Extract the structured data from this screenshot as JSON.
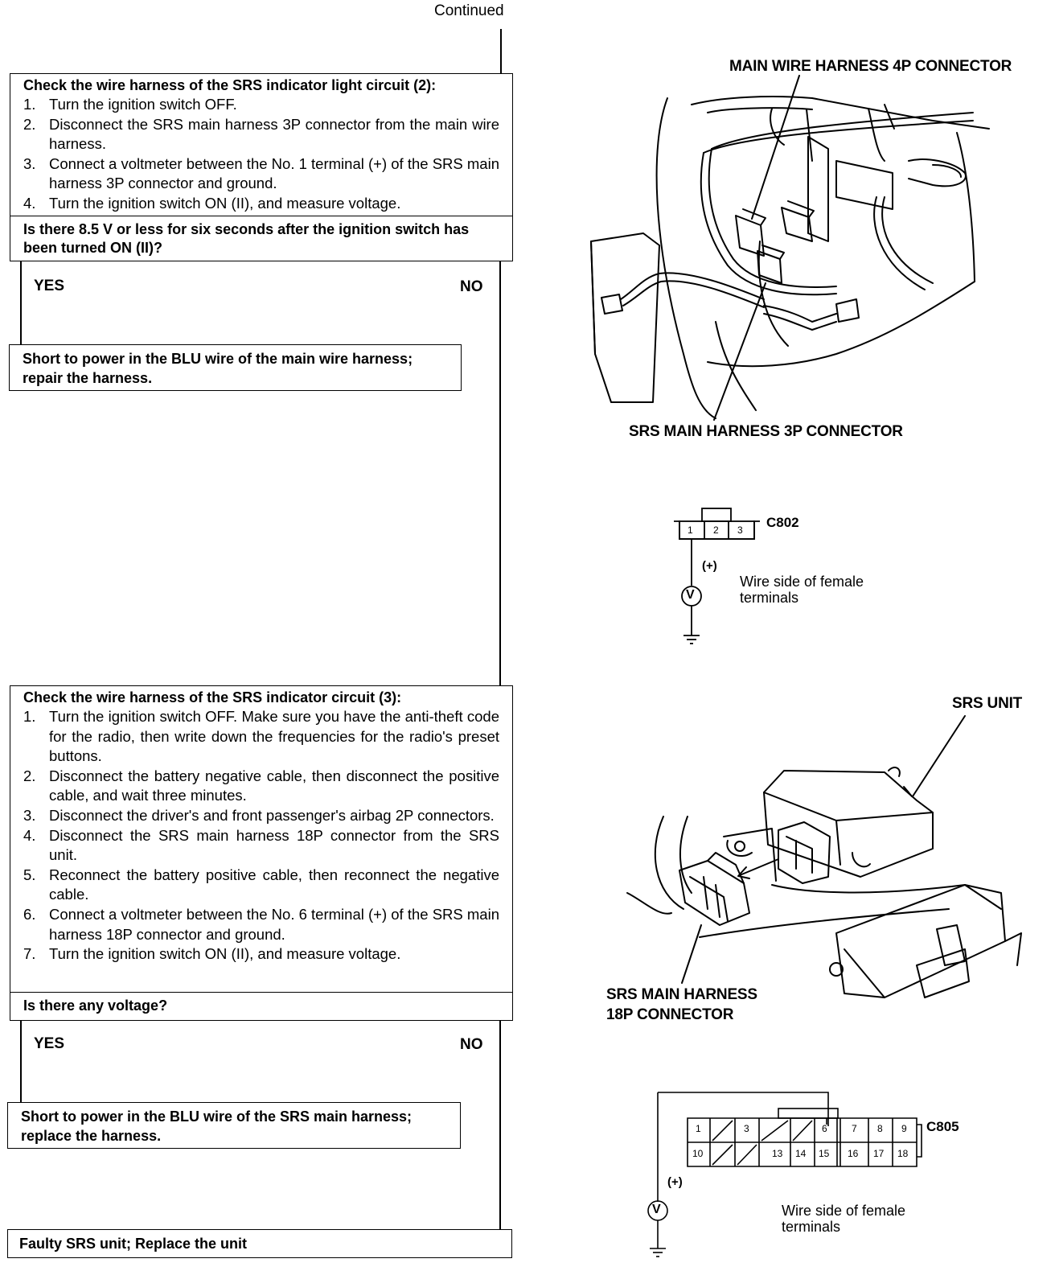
{
  "header": {
    "continued": "Continued"
  },
  "step2": {
    "title": "Check the wire harness of the SRS indicator light circuit (2):",
    "steps": [
      {
        "n": "1.",
        "text": "Turn the ignition switch OFF."
      },
      {
        "n": "2.",
        "text": "Disconnect the SRS main harness 3P connector from the main wire harness."
      },
      {
        "n": "3.",
        "text": "Connect a voltmeter between the No. 1 terminal (+) of the SRS main harness 3P connector and ground."
      },
      {
        "n": "4.",
        "text": "Turn the ignition switch ON (II), and measure voltage."
      }
    ],
    "question": "Is there 8.5 V or less for six seconds after the ignition switch has been turned ON (II)?",
    "yes": "YES",
    "no": "NO",
    "result": "Short to power in the BLU wire of the main wire harness; repair the harness."
  },
  "step3": {
    "title": "Check the wire harness of the SRS indicator circuit (3):",
    "steps": [
      {
        "n": "1.",
        "text": "Turn the ignition switch OFF. Make sure you have the anti-theft code for the radio, then write down the frequencies for the radio's preset buttons."
      },
      {
        "n": "2.",
        "text": "Disconnect the battery negative cable, then disconnect the positive cable, and wait three minutes."
      },
      {
        "n": "3.",
        "text": "Disconnect the driver's and front passenger's airbag 2P connectors."
      },
      {
        "n": "4.",
        "text": "Disconnect the SRS main harness 18P connector from the SRS unit."
      },
      {
        "n": "5.",
        "text": "Reconnect the battery positive cable, then reconnect the negative cable."
      },
      {
        "n": "6.",
        "text": "Connect a voltmeter between the No. 6 terminal (+) of the SRS main harness 18P connector and ground."
      },
      {
        "n": "7.",
        "text": "Turn the ignition switch ON (II), and measure voltage."
      }
    ],
    "question": "Is there any voltage?",
    "yes": "YES",
    "no": "NO",
    "result": "Short to power in the BLU wire of the SRS main harness; replace the harness.",
    "final": "Faulty SRS unit; Replace the unit"
  },
  "fig1": {
    "label_top": "MAIN WIRE HARNESS 4P CONNECTOR",
    "label_bottom": "SRS MAIN HARNESS 3P CONNECTOR"
  },
  "conn1": {
    "id": "C802",
    "pins": [
      "1",
      "2",
      "3"
    ],
    "plus": "(+)",
    "meter": "V",
    "note_line1": "Wire side of female",
    "note_line2": "terminals"
  },
  "fig2": {
    "label_unit": "SRS UNIT",
    "label_conn_line1": "SRS MAIN HARNESS",
    "label_conn_line2": "18P CONNECTOR"
  },
  "conn2": {
    "id": "C805",
    "row1": [
      "1",
      "",
      "3",
      "",
      "",
      "6",
      "7",
      "8",
      "9"
    ],
    "row2": [
      "10",
      "",
      "",
      "13",
      "14",
      "15",
      "16",
      "17",
      "18"
    ],
    "plus": "(+)",
    "meter": "V",
    "note_line1": "Wire side of female",
    "note_line2": "terminals"
  }
}
